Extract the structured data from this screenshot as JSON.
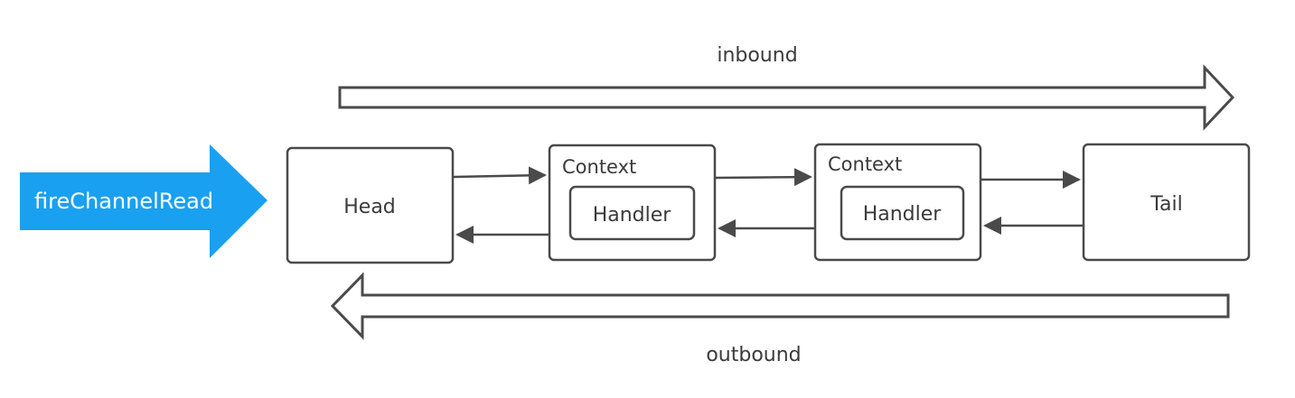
{
  "diagram": {
    "top_arrow_label": "inbound",
    "bottom_arrow_label": "outbound",
    "trigger_label": "fireChannelRead",
    "nodes": {
      "head": "Head",
      "context1": "Context",
      "handler1": "Handler",
      "context2": "Context",
      "handler2": "Handler",
      "tail": "Tail"
    }
  },
  "colors": {
    "trigger": "#1aa0f0",
    "stroke": "#4a4a4a"
  }
}
